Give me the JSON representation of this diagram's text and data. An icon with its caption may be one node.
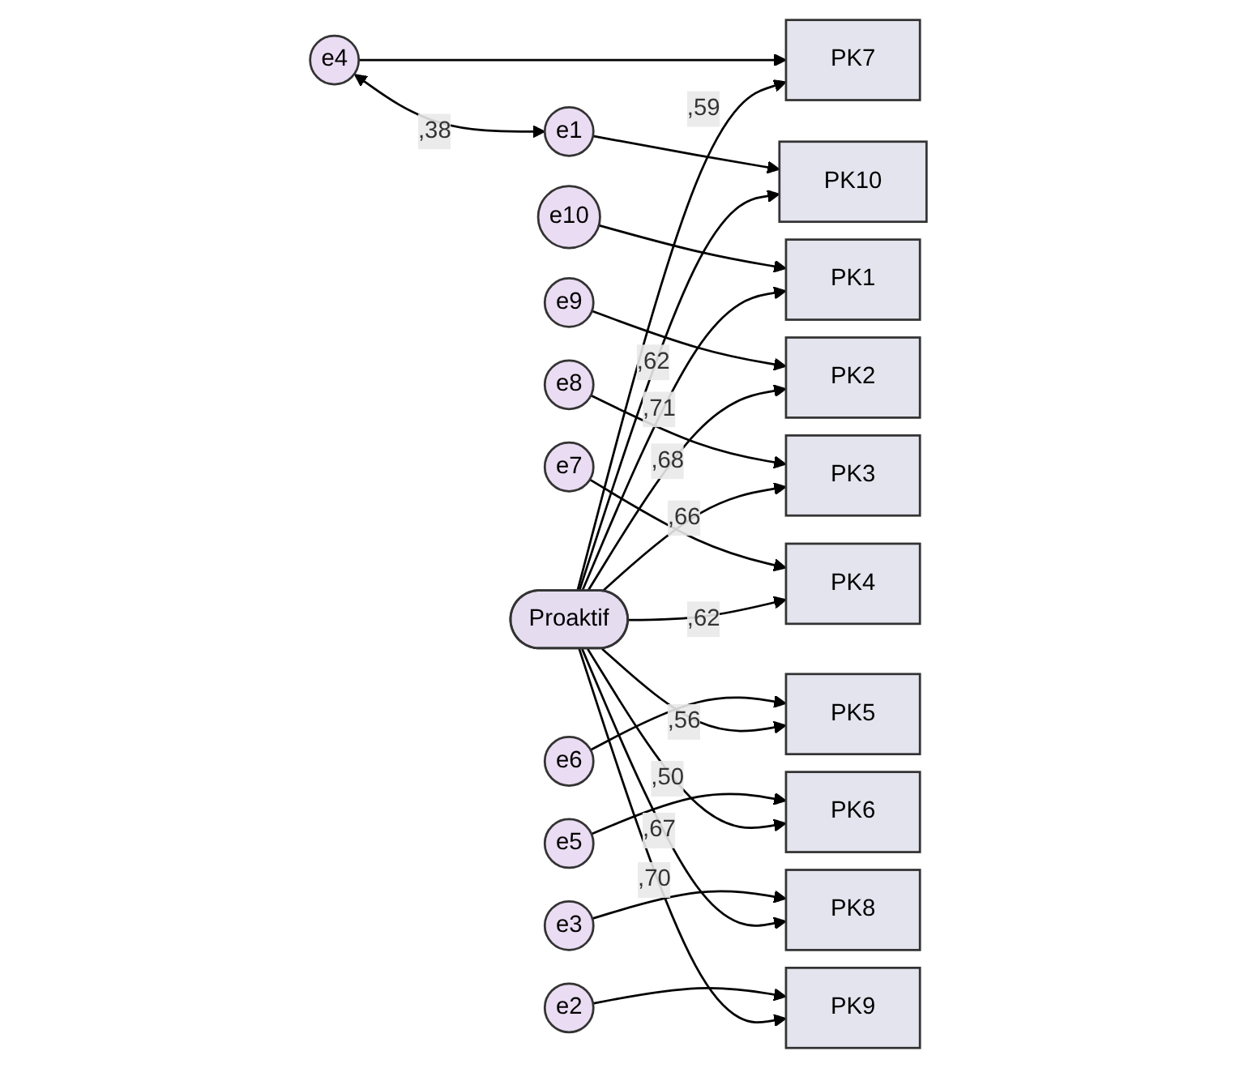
{
  "diagram": {
    "nodes": [
      {
        "text": [
          "e10"
        ]
      },
      {
        "text": [
          "PK1"
        ]
      },
      {
        "text": [
          "e9"
        ]
      },
      {
        "text": [
          "PK2"
        ]
      },
      {
        "text": [
          "e8"
        ]
      },
      {
        "text": [
          "PK3"
        ]
      },
      {
        "text": [
          "e7"
        ]
      },
      {
        "text": [
          "PK4"
        ]
      },
      {
        "text": [
          "e6"
        ]
      },
      {
        "text": [
          "PK5"
        ]
      },
      {
        "text": [
          "e5"
        ]
      },
      {
        "text": [
          "PK6"
        ]
      },
      {
        "text": [
          "e4"
        ]
      },
      {
        "text": [
          "PK7"
        ]
      },
      {
        "text": [
          "e3"
        ]
      },
      {
        "text": [
          "PK8"
        ]
      },
      {
        "text": [
          "e2"
        ]
      },
      {
        "text": [
          "PK9"
        ]
      },
      {
        "text": [
          "e1"
        ]
      },
      {
        "text": [
          "PK10"
        ]
      },
      {
        "text": [
          "Proaktif"
        ]
      }
    ],
    "edges": [
      {
        "from": 0,
        "to": 1,
        "arrow": "to"
      },
      {
        "from": 2,
        "to": 3,
        "arrow": "to"
      },
      {
        "from": 4,
        "to": 5,
        "arrow": "to"
      },
      {
        "from": 6,
        "to": 7,
        "arrow": "to"
      },
      {
        "from": 8,
        "to": 9,
        "arrow": "to"
      },
      {
        "from": 10,
        "to": 11,
        "arrow": "to"
      },
      {
        "from": 12,
        "to": 13,
        "arrow": "to"
      },
      {
        "from": 14,
        "to": 15,
        "arrow": "to"
      },
      {
        "from": 16,
        "to": 17,
        "arrow": "to"
      },
      {
        "from": 18,
        "to": 19,
        "arrow": "to"
      },
      {
        "from": 20,
        "to": 1,
        "arrow": "to",
        "label": ",71"
      },
      {
        "from": 20,
        "to": 3,
        "arrow": "to",
        "label": ",68"
      },
      {
        "from": 20,
        "to": 5,
        "arrow": "to",
        "label": ",66"
      },
      {
        "from": 20,
        "to": 7,
        "arrow": "to",
        "label": ",62"
      },
      {
        "from": 20,
        "to": 9,
        "arrow": "to",
        "label": ",56"
      },
      {
        "from": 20,
        "to": 11,
        "arrow": "to",
        "label": ",50"
      },
      {
        "from": 20,
        "to": 13,
        "arrow": "to",
        "label": ",59"
      },
      {
        "from": 20,
        "to": 15,
        "arrow": "to",
        "label": ",67"
      },
      {
        "from": 20,
        "to": 17,
        "arrow": "to",
        "label": ",70"
      },
      {
        "from": 20,
        "to": 19,
        "arrow": "to",
        "label": ",62"
      },
      {
        "from": 12,
        "to": 18,
        "arrow": "both",
        "label": ",38"
      }
    ]
  }
}
